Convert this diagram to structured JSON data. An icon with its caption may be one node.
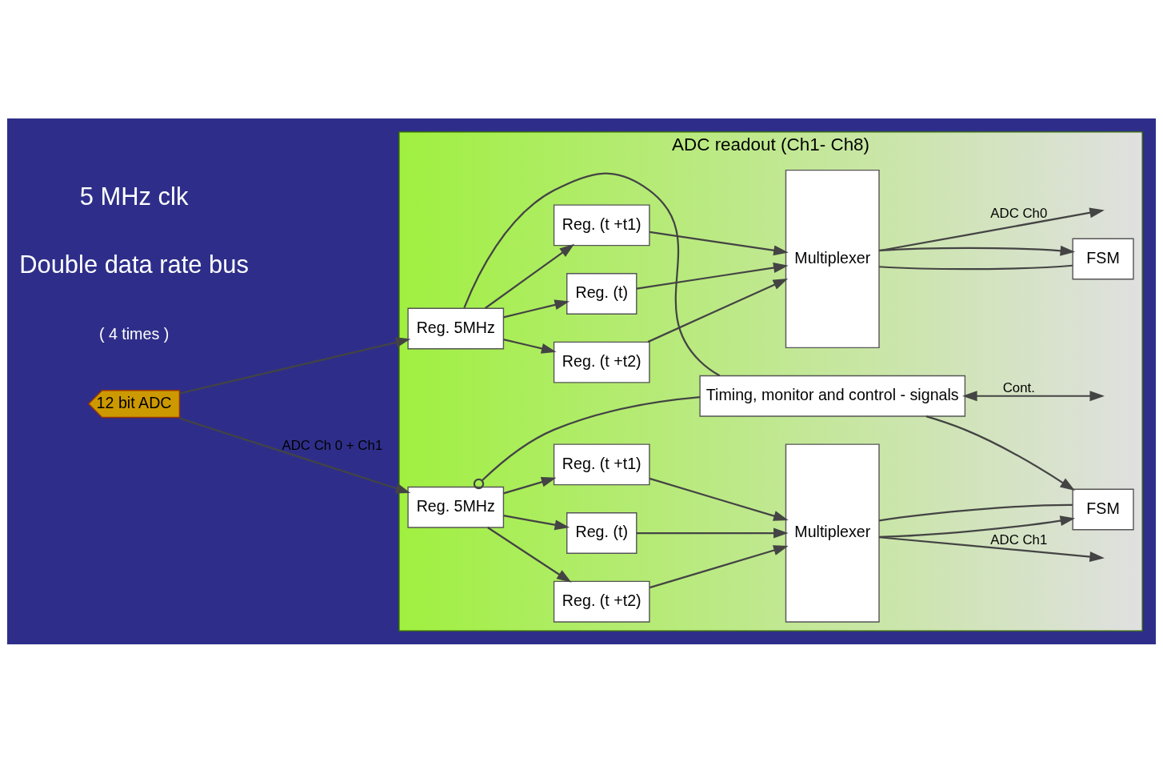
{
  "diagram": {
    "nodes": [
      {
        "text": [
          "ADC readout (Ch1- Ch8)"
        ]
      },
      {
        "text": [
          "Reg. 5MHz"
        ],
        "in": 0
      },
      {
        "text": [
          "Reg. (t)"
        ],
        "in": 0
      },
      {
        "text": [
          "Reg. (t +t1)"
        ],
        "in": 0
      },
      {
        "text": [
          "Reg. (t +t2)"
        ],
        "in": 0
      },
      {
        "text": [
          "Multiplexer"
        ],
        "in": 0
      },
      {
        "text": [
          "FSM"
        ],
        "in": 0
      },
      {
        "text": [
          "Reg. 5MHz"
        ],
        "in": 0
      },
      {
        "text": [
          "Reg. (t)"
        ],
        "in": 0
      },
      {
        "text": [
          "Reg. (t +t1)"
        ],
        "in": 0
      },
      {
        "text": [
          "Reg. (t +t2)"
        ],
        "in": 0
      },
      {
        "text": [
          "Multiplexer"
        ],
        "in": 0
      },
      {
        "text": [
          "FSM"
        ],
        "in": 0
      },
      {
        "text": [
          "Timing, monitor and control - signals"
        ],
        "in": 0
      },
      {
        "text": [
          "12 bit ADC"
        ]
      }
    ],
    "edges": [
      {
        "from": 14,
        "to": 1,
        "arrow": "to"
      },
      {
        "from": 14,
        "to": 7,
        "arrow": "to",
        "label": "ADC Ch 0 + Ch1"
      },
      {
        "from": 1,
        "to": 2,
        "arrow": "to"
      },
      {
        "from": 1,
        "to": 3,
        "arrow": "to"
      },
      {
        "from": 1,
        "to": 4,
        "arrow": "to"
      },
      {
        "from": 2,
        "to": 5,
        "arrow": "to"
      },
      {
        "from": 3,
        "to": 5,
        "arrow": "to"
      },
      {
        "from": 4,
        "to": 5,
        "arrow": "to"
      },
      {
        "from": 5,
        "to": 6,
        "arrow": "none"
      },
      {
        "from": 5,
        "to": null,
        "arrow": "to",
        "label": "ADC Ch0"
      },
      {
        "from": 5,
        "to": 6,
        "arrow": "to"
      },
      {
        "from": 7,
        "to": 8,
        "arrow": "to"
      },
      {
        "from": 7,
        "to": 9,
        "arrow": "to"
      },
      {
        "from": 7,
        "to": 10,
        "arrow": "to"
      },
      {
        "from": 8,
        "to": 11,
        "arrow": "to"
      },
      {
        "from": 9,
        "to": 11,
        "arrow": "to"
      },
      {
        "from": 10,
        "to": 11,
        "arrow": "to"
      },
      {
        "from": 11,
        "to": null,
        "arrow": "to",
        "label": "ADC Ch1"
      },
      {
        "from": 11,
        "to": 12,
        "arrow": "to"
      },
      {
        "from": 11,
        "to": 12,
        "arrow": "none"
      },
      {
        "from": 13,
        "to": 12,
        "arrow": "to"
      },
      {
        "from": 13,
        "to": 1,
        "arrow": "none"
      },
      {
        "from": 13,
        "to": 7,
        "arrow": "other"
      },
      {
        "from": 13,
        "to": null,
        "arrow": "both",
        "label": "Cont."
      }
    ],
    "labels": [
      "( 4 times )",
      "Double data rate bus",
      "5 MHz clk"
    ]
  }
}
